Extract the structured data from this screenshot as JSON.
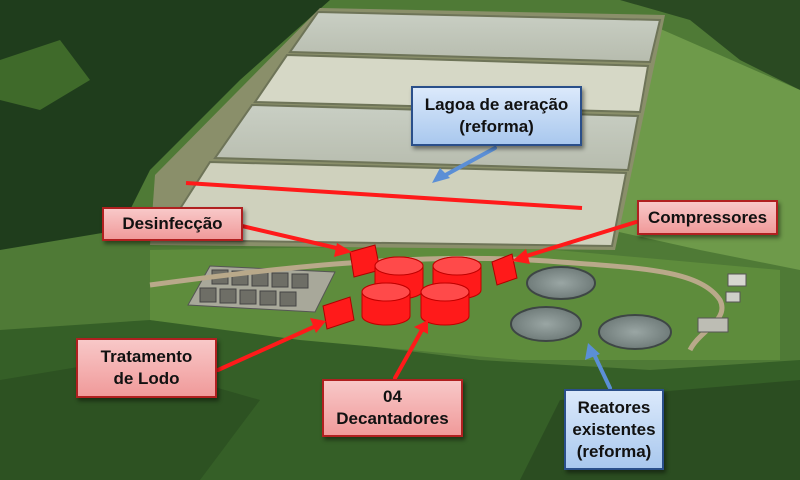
{
  "labels": {
    "aeracao": [
      "Lagoa de aeração",
      "(reforma)"
    ],
    "desinfeccao": [
      "Desinfecção"
    ],
    "compressores": [
      "Compressores"
    ],
    "lodo": [
      "Tratamento",
      "de Lodo"
    ],
    "decantadores": [
      "04",
      "Decantadores"
    ],
    "reatores": [
      "Reatores",
      "existentes",
      "(reforma)"
    ]
  },
  "colors": {
    "highlight_red": "#ff1a1a",
    "label_red_border": "#b02020",
    "label_blue_border": "#2a4f8a",
    "arrow_blue": "#5b8fd6"
  }
}
